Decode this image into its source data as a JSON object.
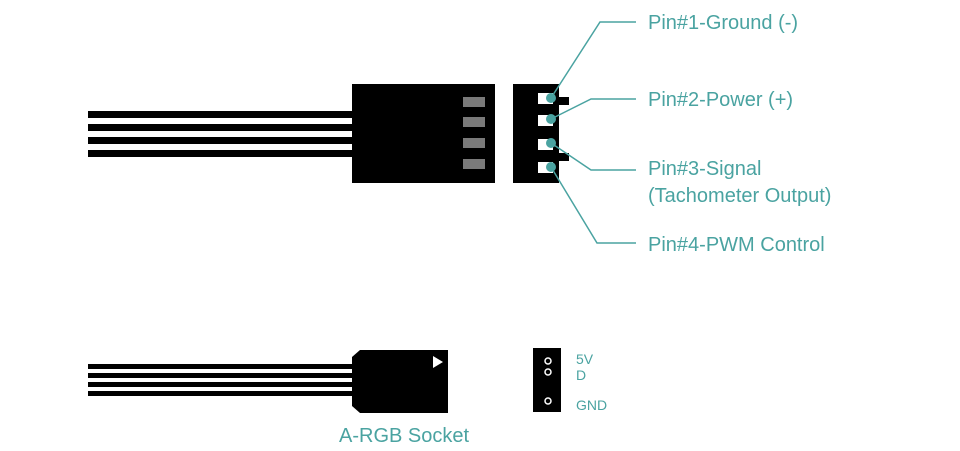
{
  "colors": {
    "accent": "#4aa3a1",
    "ink": "#000000",
    "pin_contact": "#7a7a7a",
    "background": "#ffffff"
  },
  "fan_connector": {
    "pins": [
      {
        "line1": "Pin#1-Ground (-)",
        "line2": ""
      },
      {
        "line1": "Pin#2-Power (+)",
        "line2": ""
      },
      {
        "line1": "Pin#3-Signal",
        "line2": "(Tachometer Output)"
      },
      {
        "line1": "Pin#4-PWM Control",
        "line2": ""
      }
    ]
  },
  "argb_connector": {
    "caption": "A-RGB Socket",
    "pins": [
      "5V",
      "D",
      "GND"
    ],
    "key_icon": "triangle-right-icon"
  }
}
